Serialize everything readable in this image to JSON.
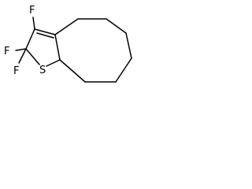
{
  "molecule": {
    "atom_labels": {
      "f_top": "F",
      "f_left": "F",
      "f_bottom": "F",
      "s_ring": "S"
    },
    "colors": {
      "bond": "#000000",
      "label": "#000000",
      "background": "#ffffff"
    }
  }
}
